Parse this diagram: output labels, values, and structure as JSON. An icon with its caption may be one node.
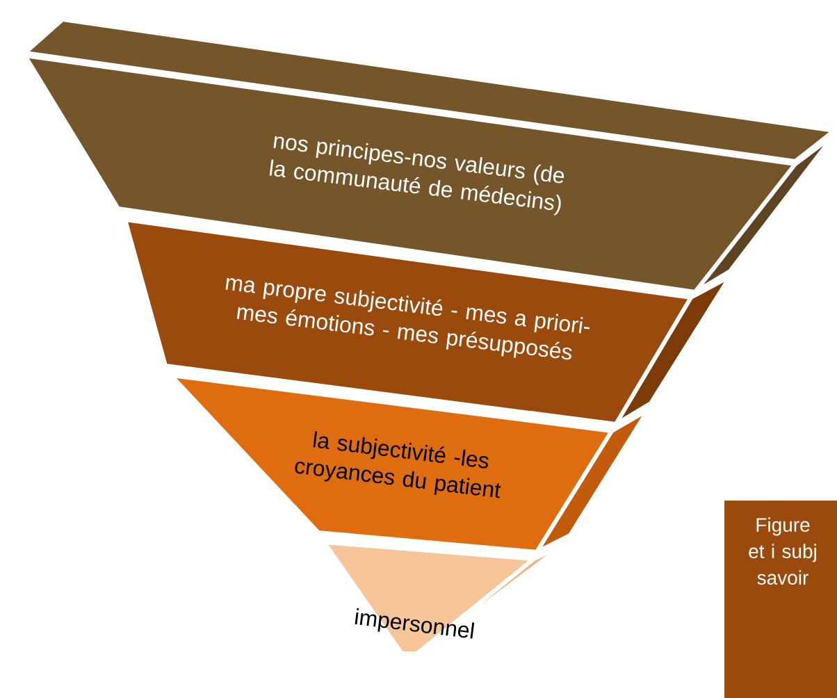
{
  "diagram": {
    "nodes": [
      {
        "text": [
          "nos principes-nos valeurs (de la communauté de médecins)"
        ]
      },
      {
        "text": [
          "ma propre subjectivité - mes a priori-mes émotions - mes présupposés"
        ]
      },
      {
        "text": [
          "la subjectivité -les croyances du patient"
        ]
      },
      {
        "text": [
          "impersonnel"
        ]
      },
      {
        "text": [
          "Figure et i subj savoir"
        ]
      }
    ]
  }
}
